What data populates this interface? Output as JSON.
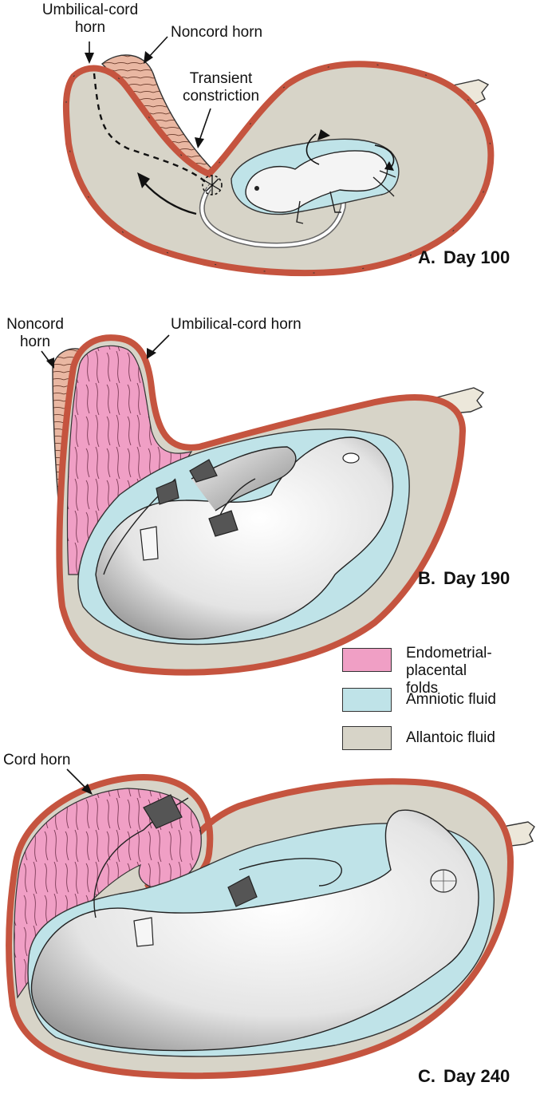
{
  "labels": {
    "a_umbilical_cord_horn": "Umbilical-cord\nhorn",
    "a_noncord_horn": "Noncord horn",
    "a_transient_constriction": "Transient\nconstriction",
    "b_noncord_horn": "Noncord\nhorn",
    "b_umbilical_cord_horn": "Umbilical-cord horn",
    "c_cord_horn": "Cord horn"
  },
  "panels": [
    {
      "letter": "A.",
      "title": "Day 100"
    },
    {
      "letter": "B.",
      "title": "Day 190"
    },
    {
      "letter": "C.",
      "title": "Day 240"
    }
  ],
  "legend": [
    {
      "label": "Endometrial-\nplacental folds",
      "color": "#f09fc5"
    },
    {
      "label": "Amniotic fluid",
      "color": "#bfe3e8"
    },
    {
      "label": "Allantoic fluid",
      "color": "#d7d4c8"
    }
  ],
  "colors": {
    "uterine_wall": "#cf5a42",
    "noncord_horn": "#e9b7a2",
    "allantoic": "#d7d4c8",
    "amniotic": "#bfe3e8",
    "folds": "#f09fc5",
    "fetus": "#eeeeee"
  }
}
